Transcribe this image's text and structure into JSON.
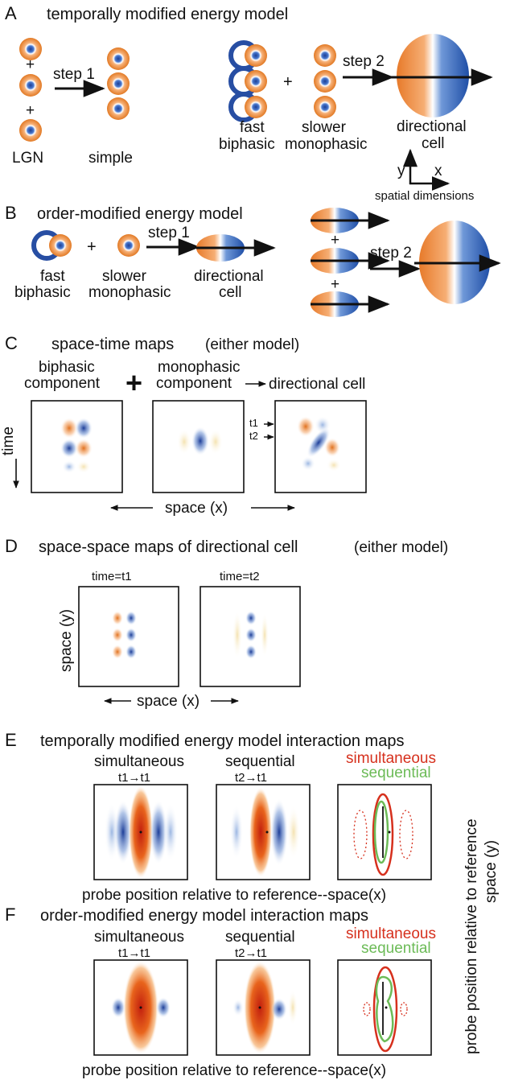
{
  "panelA": {
    "letter": "A",
    "title": "temporally modified energy model",
    "plus1": "+",
    "plus2": "+",
    "plus3": "+",
    "step1": "step 1",
    "step2": "step 2",
    "lgn": "LGN",
    "simple": "simple",
    "fast": "fast",
    "biphasic": "biphasic",
    "slower": "slower",
    "monophasic": "monophasic",
    "directional": "directional",
    "cell": "cell",
    "axis_y": "y",
    "axis_x": "x",
    "spatial": "spatial dimensions"
  },
  "panelB": {
    "letter": "B",
    "title": "order-modified energy model",
    "plus1": "+",
    "plus2": "+",
    "plus3": "+",
    "step1": "step 1",
    "step2": "step 2",
    "fast": "fast",
    "biphasic": "biphasic",
    "slower": "slower",
    "monophasic": "monophasic",
    "directional": "directional",
    "cell": "cell"
  },
  "panelC": {
    "letter": "C",
    "title": "space-time maps",
    "title_note": "(either model)",
    "comp1a": "biphasic",
    "comp1b": "component",
    "plus": "+",
    "comp2a": "monophasic",
    "comp2b": "component",
    "comp3": "directional cell",
    "t1": "t1",
    "t2": "t2",
    "time": "time",
    "space": "space (x)"
  },
  "panelD": {
    "letter": "D",
    "title": "space-space maps of directional cell",
    "title_note": "(either model)",
    "time1": "time=t1",
    "time2": "time=t2",
    "ylabel": "space (y)",
    "xlabel": "space (x)"
  },
  "panelE": {
    "letter": "E",
    "title": "temporally modified energy model interaction maps",
    "sim": "simultaneous",
    "sim_sub": "t1→t1",
    "seq": "sequential",
    "seq_sub": "t2→t1",
    "legend_sim": "simultaneous",
    "legend_seq": "sequential",
    "xlabel": "probe position relative to reference--space(x)"
  },
  "panelF": {
    "letter": "F",
    "title": "order-modified energy model interaction maps",
    "sim": "simultaneous",
    "sim_sub": "t1→t1",
    "seq": "sequential",
    "seq_sub": "t2→t1",
    "legend_sim": "simultaneous",
    "legend_seq": "sequential",
    "xlabel": "probe position relative to reference--space(x)"
  },
  "side_label_1": "probe position relative to reference",
  "side_label_2": "space (y)",
  "colors": {
    "orange": "#e98a36",
    "blue": "#2f5fb0",
    "red": "#d6301d",
    "green": "#6cbb57"
  }
}
